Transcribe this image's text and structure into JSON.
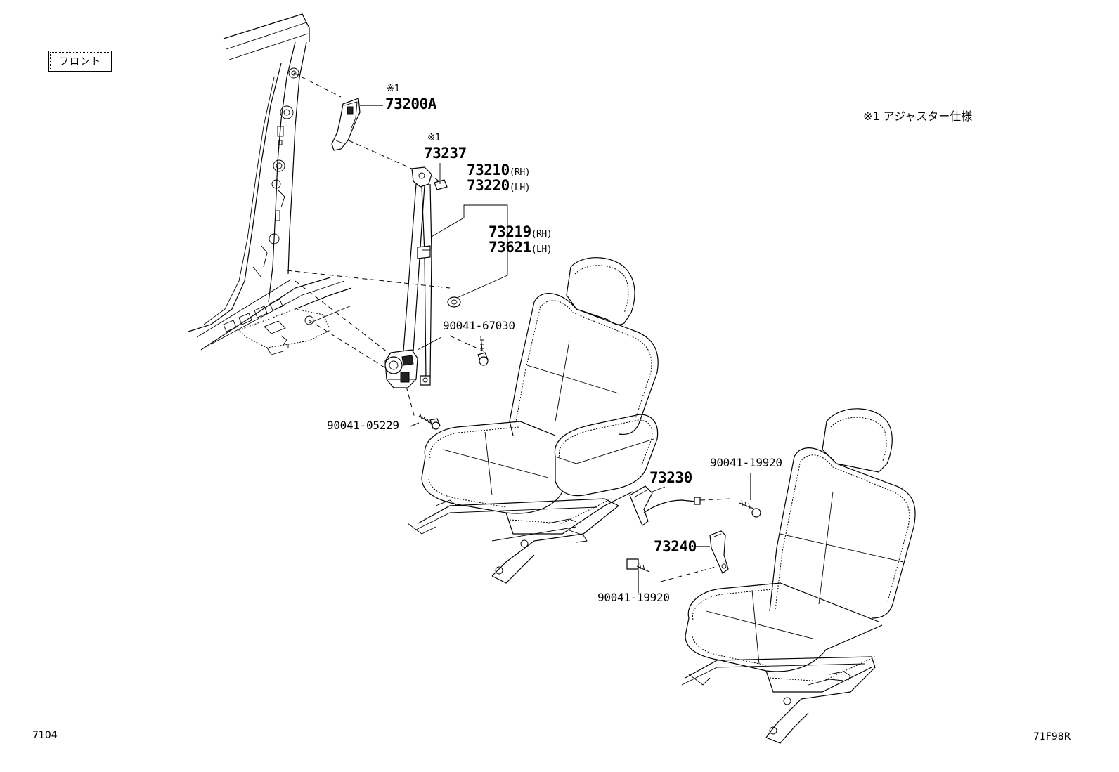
{
  "front_label": "フロント",
  "note": "※1 アジャスター仕様",
  "diagram_id": "7104",
  "image_code": "71F98R",
  "parts": {
    "p73200a_mark": "※1",
    "p73200a": "73200A",
    "p73237_mark": "※1",
    "p73237": "73237",
    "p73210": "73210",
    "p73210_side": "(RH)",
    "p73220": "73220",
    "p73220_side": "(LH)",
    "p73219": "73219",
    "p73219_side": "(RH)",
    "p73621": "73621",
    "p73621_side": "(LH)",
    "p90041_67030": "90041-67030",
    "p90041_05229": "90041-05229",
    "p73230": "73230",
    "p90041_19920_a": "90041-19920",
    "p73240": "73240",
    "p90041_19920_b": "90041-19920"
  }
}
